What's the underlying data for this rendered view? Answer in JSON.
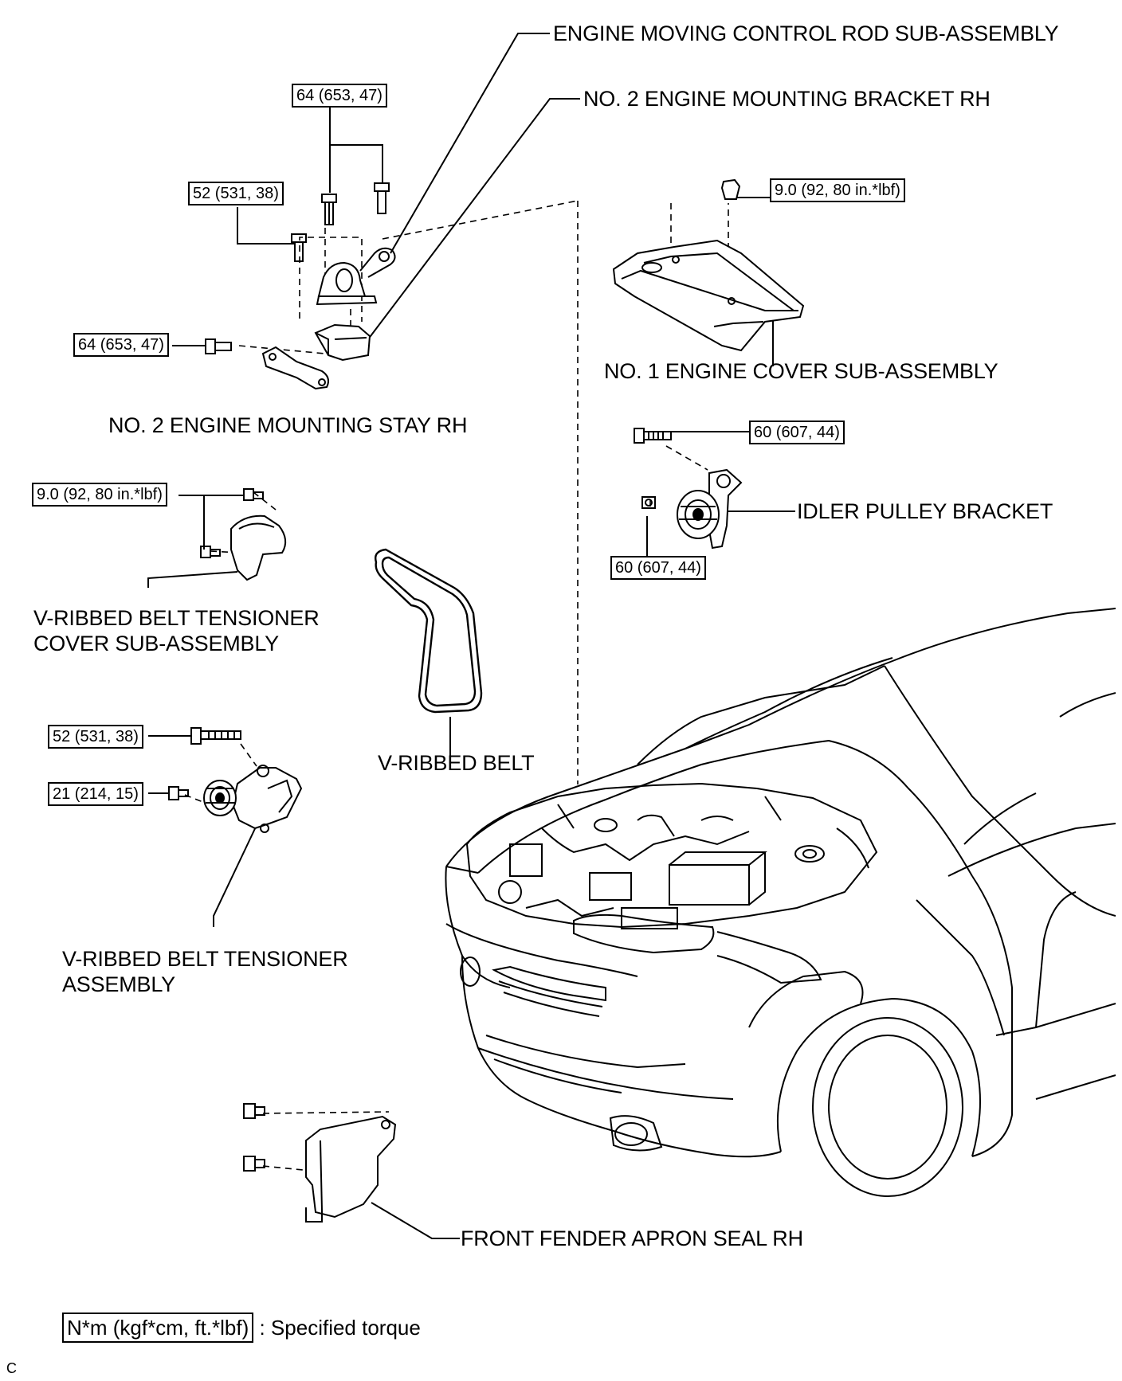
{
  "labels": {
    "engine_moving_control_rod": "ENGINE MOVING CONTROL ROD SUB-ASSEMBLY",
    "no2_engine_mounting_bracket_rh": "NO. 2 ENGINE MOUNTING BRACKET RH",
    "no1_engine_cover": "NO. 1 ENGINE COVER SUB-ASSEMBLY",
    "no2_engine_mounting_stay_rh": "NO. 2 ENGINE MOUNTING STAY RH",
    "idler_pulley_bracket": "IDLER PULLEY BRACKET",
    "tensioner_cover_line1": "V-RIBBED BELT TENSIONER",
    "tensioner_cover_line2": "COVER SUB-ASSEMBLY",
    "v_ribbed_belt": "V-RIBBED BELT",
    "tensioner_assembly_line1": "V-RIBBED BELT TENSIONER",
    "tensioner_assembly_line2": "ASSEMBLY",
    "front_fender_apron_seal": "FRONT FENDER APRON SEAL RH"
  },
  "torques": {
    "rod_bolts": "64 (653, 47)",
    "rod_bracket_bolt": "52 (531, 38)",
    "stay_bolt": "64 (653, 47)",
    "cover_nut": "9.0 (92, 80 in.*lbf)",
    "idler_bolt": "60 (607, 44)",
    "idler_nut": "60 (607, 44)",
    "tensioner_cover_bolts": "9.0 (92, 80 in.*lbf)",
    "tensioner_bolt": "52 (531, 38)",
    "tensioner_small_bolt": "21 (214, 15)"
  },
  "legend": {
    "unit_box": "N*m (kgf*cm, ft.*lbf)",
    "description": ": Specified torque"
  },
  "figure_code": "C"
}
